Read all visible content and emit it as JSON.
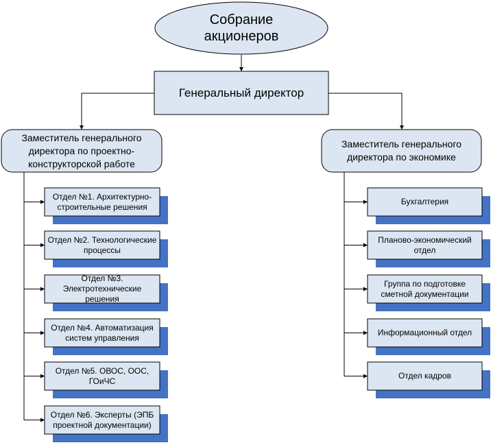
{
  "shareholders": {
    "label": "Собрание акционеров"
  },
  "general_director": {
    "label": "Генеральный директор"
  },
  "deputy_design": {
    "label": "Заместитель генерального директора по проектно-конструкторской работе",
    "departments": [
      {
        "label": "Отдел №1. Архитектурно-строительные решения"
      },
      {
        "label": "Отдел №2. Технологические процессы"
      },
      {
        "label": "Отдел №3. Электротехнические решения"
      },
      {
        "label": "Отдел №4. Автоматизация систем управления"
      },
      {
        "label": "Отдел №5. ОВОС, ООС, ГОиЧС"
      },
      {
        "label": "Отдел №6. Эксперты (ЭПБ проектной документации)"
      }
    ]
  },
  "deputy_economics": {
    "label": "Заместитель генерального директора по экономике",
    "departments": [
      {
        "label": "Бухгалтерия"
      },
      {
        "label": "Планово-экономический отдел"
      },
      {
        "label": "Группа по подготовке сметной документации"
      },
      {
        "label": "Информационный отдел"
      },
      {
        "label": "Отдел кадров"
      }
    ]
  },
  "colors": {
    "box_fill": "#dce6f2",
    "shadow": "#4472c4",
    "stroke": "#000000",
    "line": "#000000"
  }
}
